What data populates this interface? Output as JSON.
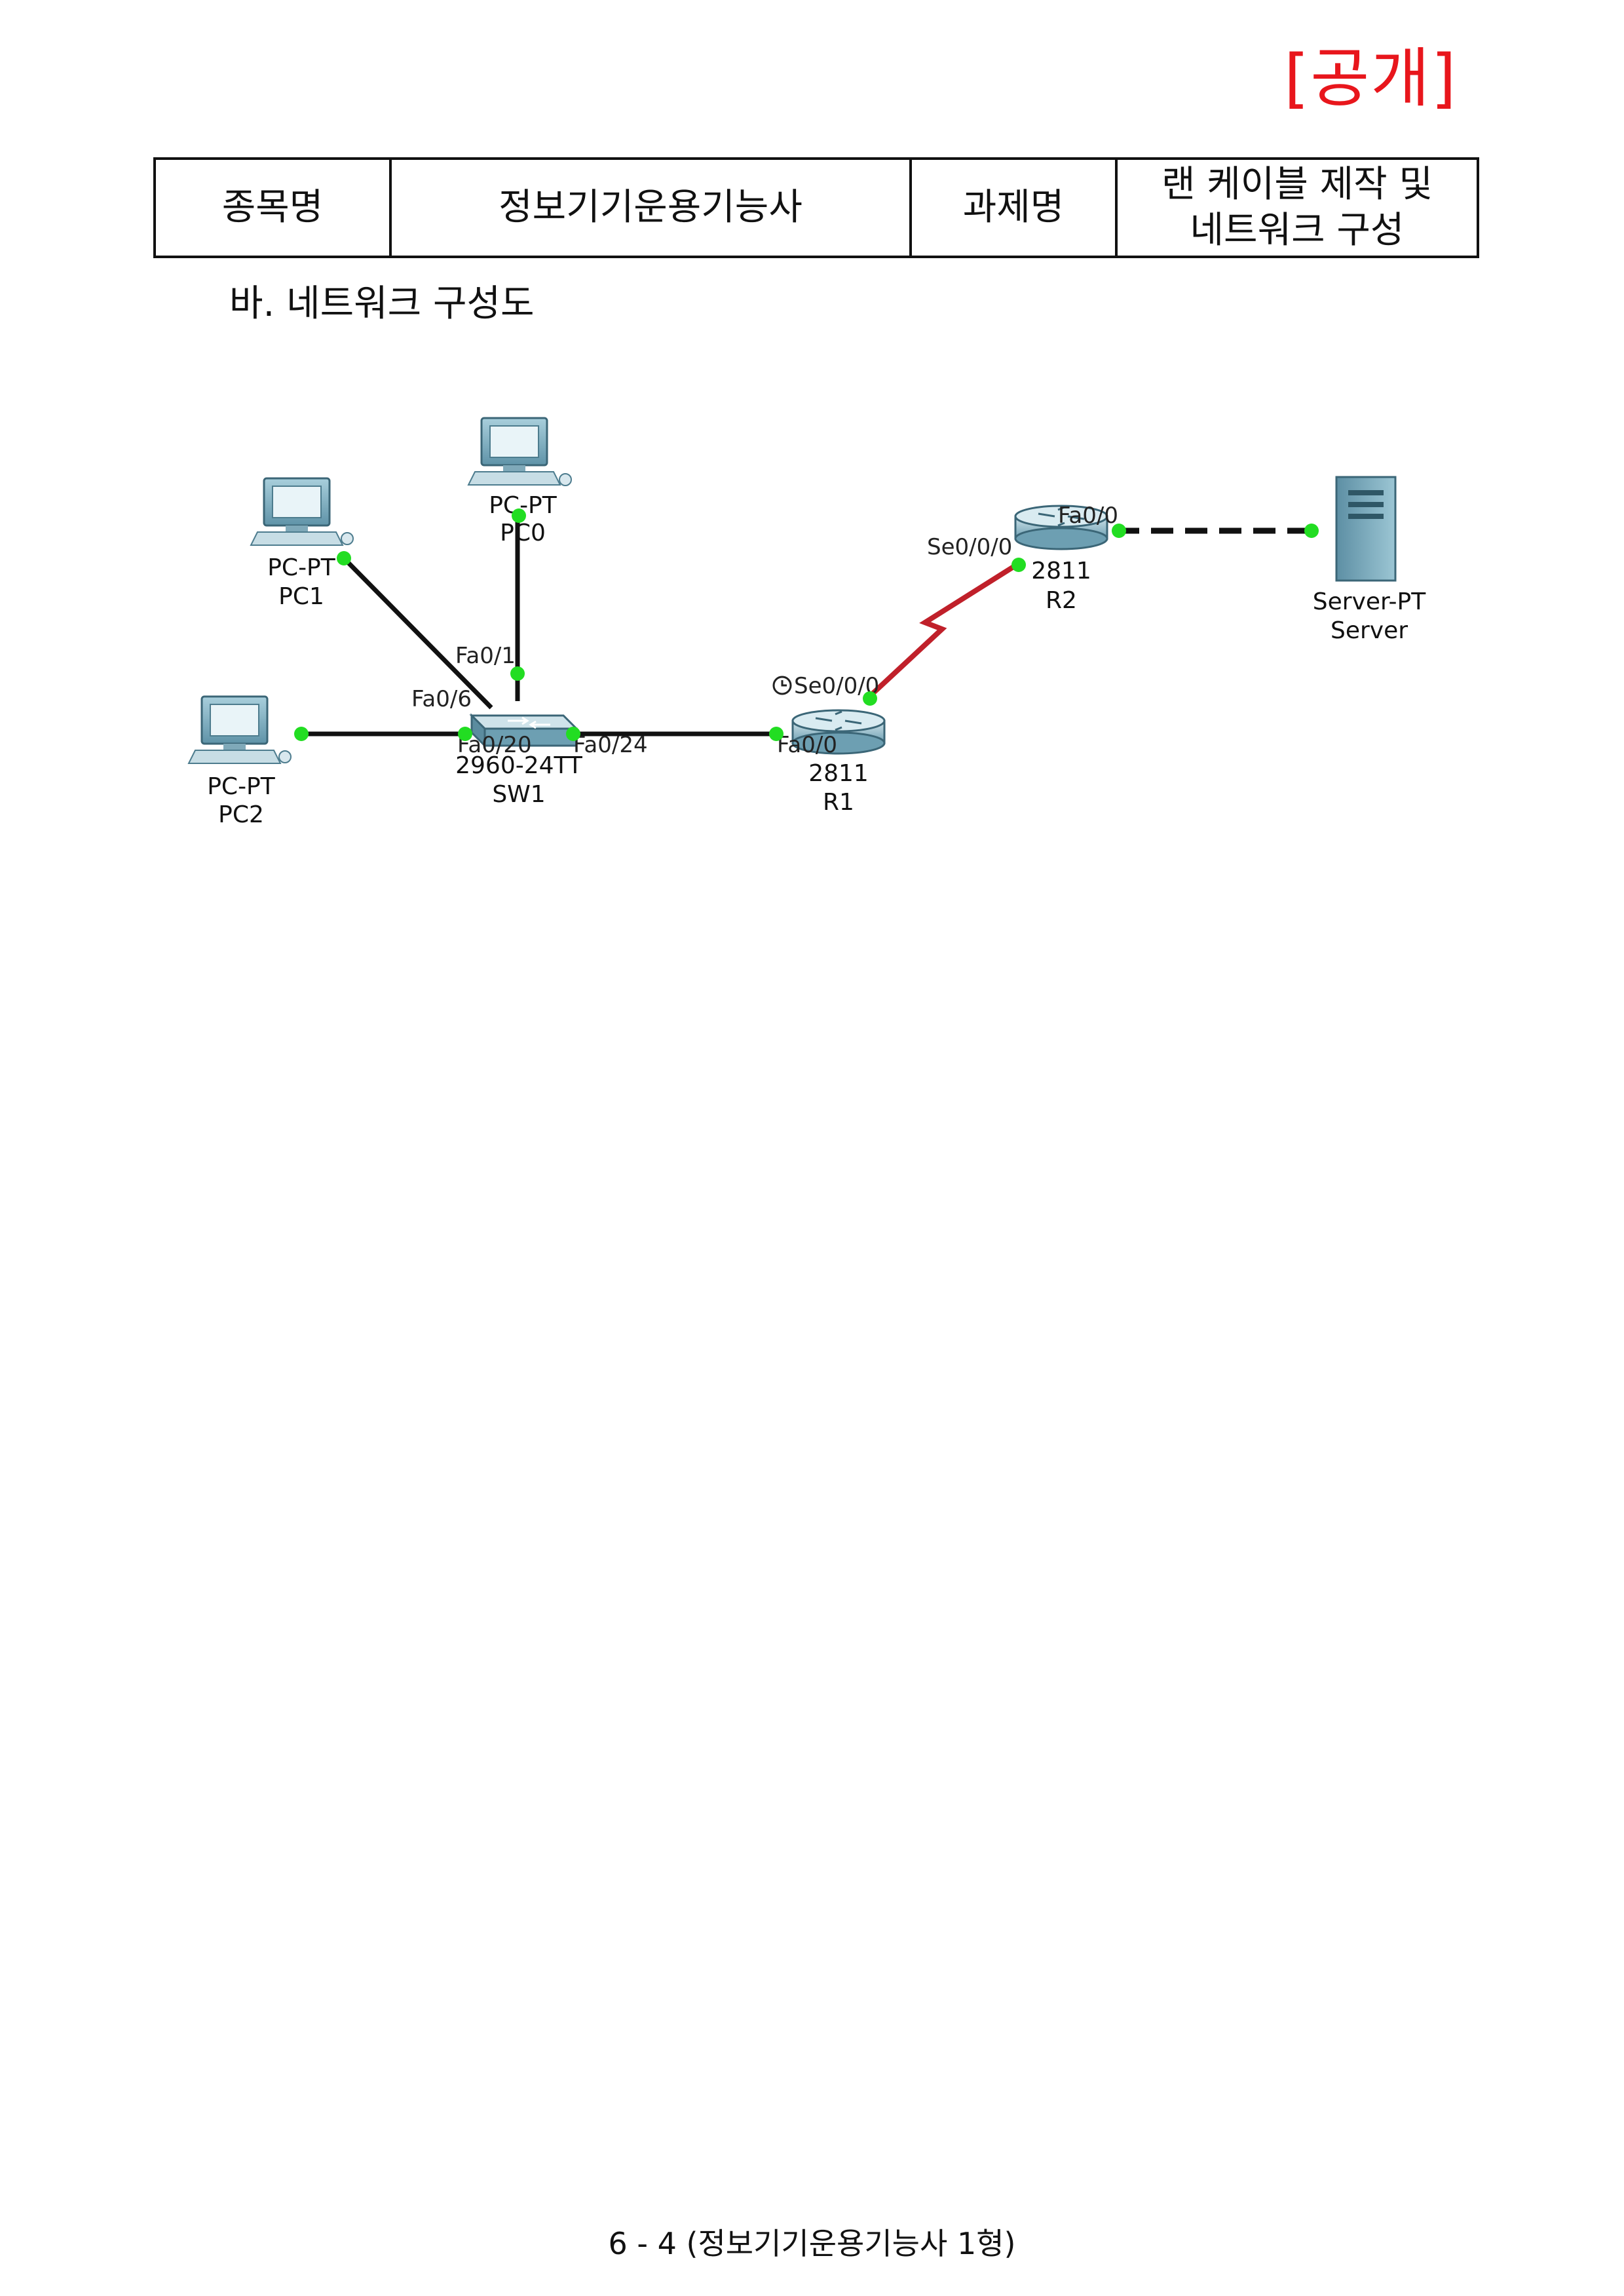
{
  "stamp": "[공개]",
  "header": {
    "item_label": "종목명",
    "item_value": "정보기기운용기능사",
    "task_label": "과제명",
    "task_value_line1": "랜 케이블 제작 및",
    "task_value_line2": "네트워크 구성"
  },
  "section_title": "바. 네트워크 구성도",
  "diagram": {
    "devices": {
      "pc0": {
        "type": "PC-PT",
        "name": "PC0"
      },
      "pc1": {
        "type": "PC-PT",
        "name": "PC1"
      },
      "pc2": {
        "type": "PC-PT",
        "name": "PC2"
      },
      "sw1": {
        "type": "2960-24TT",
        "name": "SW1"
      },
      "r1": {
        "type": "2811",
        "name": "R1"
      },
      "r2": {
        "type": "2811",
        "name": "R2"
      },
      "server": {
        "type": "Server-PT",
        "name": "Server"
      }
    },
    "ports": {
      "sw_fa01": "Fa0/1",
      "sw_fa06": "Fa0/6",
      "sw_fa020": "Fa0/20",
      "sw_fa024": "Fa0/24",
      "r1_fa00": "Fa0/0",
      "r1_se000": "Se0/0/0",
      "r2_se000": "Se0/0/0",
      "r2_fa00": "Fa0/0"
    },
    "colors": {
      "link": "#111111",
      "serial": "#c0202a",
      "port_dot": "#22dd22",
      "device": "#7fb2c6"
    }
  },
  "footer": "6 - 4 (정보기기운용기능사 1형)"
}
